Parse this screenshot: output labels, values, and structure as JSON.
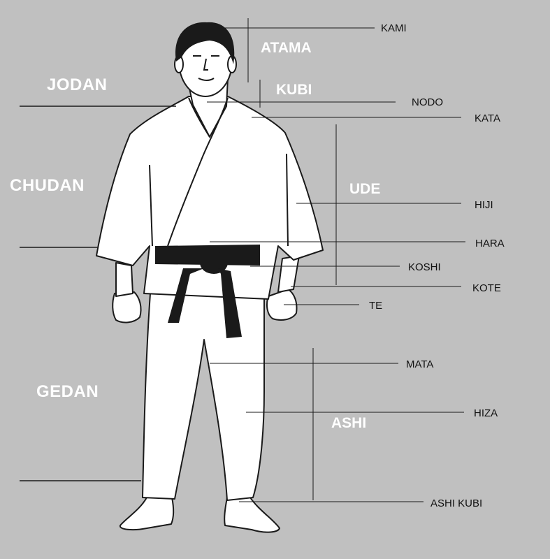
{
  "zones": {
    "jodan": "JODAN",
    "chudan": "CHUDAN",
    "gedan": "GEDAN"
  },
  "groups": {
    "atama": "ATAMA",
    "kubi": "KUBI",
    "ude": "UDE",
    "ashi": "ASHI"
  },
  "labels": {
    "kami": "KAMI",
    "nodo": "NODO",
    "kata": "KATA",
    "hiji": "HIJI",
    "hara": "HARA",
    "koshi": "KOSHI",
    "kote": "KOTE",
    "te": "TE",
    "mata": "MATA",
    "hiza": "HIZA",
    "ashi_kubi": "ASHI KUBI"
  },
  "colors": {
    "background": "#c0c0c0",
    "zone_text": "#ffffff",
    "label_text": "#111111",
    "belt": "#1a1a1a",
    "gi": "#ffffff"
  }
}
